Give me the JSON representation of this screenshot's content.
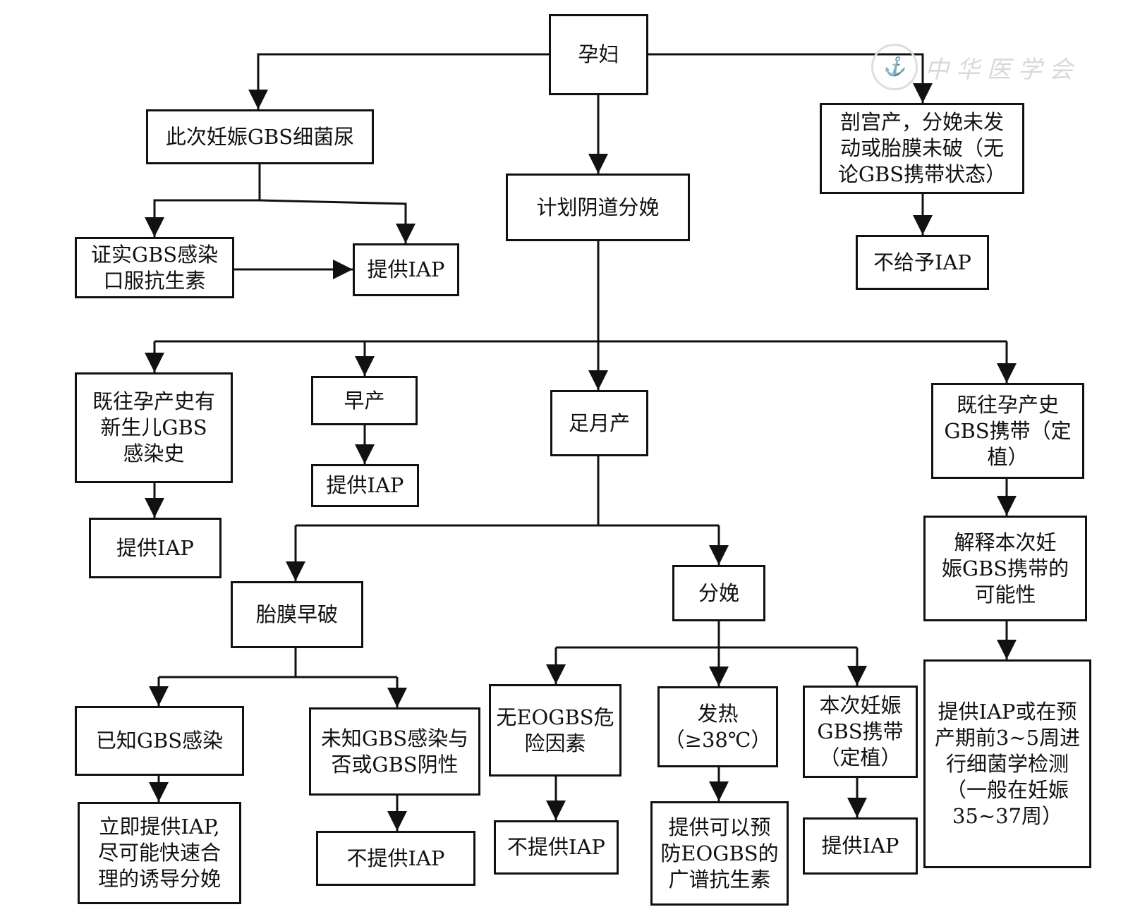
{
  "watermark": {
    "seal_glyph": "⚓",
    "text": "中华医学会"
  },
  "nodes": {
    "pregnant_woman": "孕妇",
    "bacteriuria": "此次妊娠GBS细菌尿",
    "confirmed_infection": "证实GBS感染\n口服抗生素",
    "bacteriuria_iap": "提供IAP",
    "planned_vaginal": "计划阴道分娩",
    "cesarean": "剖宫产，分娩未发\n动或胎膜未破（无\n论GBS携带状态）",
    "cesarean_no_iap": "不给予IAP",
    "prior_infant_history": "既往孕产史有\n新生儿GBS\n感染史",
    "prior_infant_iap": "提供IAP",
    "preterm": "早产",
    "preterm_iap": "提供IAP",
    "term": "足月产",
    "prior_carriage": "既往孕产史\nGBS携带（定\n植）",
    "explain_possibility": "解释本次妊\n娠GBS携带的\n可能性",
    "iap_or_test": "提供IAP或在预\n产期前3~5周进\n行细菌学检测\n（一般在妊娠\n35~37周）",
    "prom": "胎膜早破",
    "delivery": "分娩",
    "known_gbs": "已知GBS感染",
    "known_gbs_action": "立即提供IAP,\n尽可能快速合\n理的诱导分娩",
    "unknown_gbs": "未知GBS感染与\n否或GBS阴性",
    "unknown_gbs_action": "不提供IAP",
    "no_risk": "无EOGBS危\n险因素",
    "no_risk_action": "不提供IAP",
    "fever": "发热\n（≥38℃）",
    "fever_action": "提供可以预\n防EOGBS的\n广谱抗生素",
    "current_carriage": "本次妊娠\nGBS携带\n（定植）",
    "current_carriage_action": "提供IAP"
  }
}
